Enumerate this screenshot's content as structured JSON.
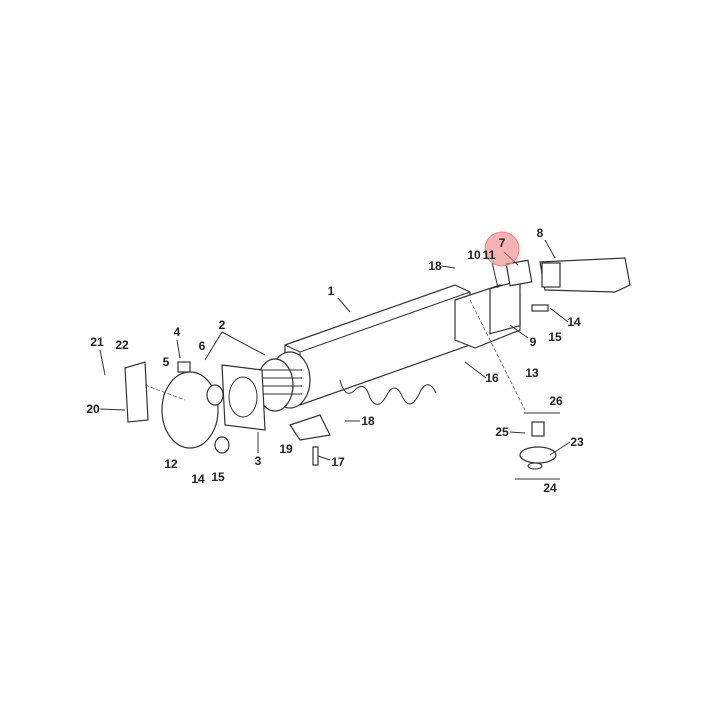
{
  "diagram": {
    "type": "exploded parts diagram",
    "highlight": {
      "label": "7",
      "color": "#f08080"
    },
    "callouts": [
      {
        "text": "1"
      },
      {
        "text": "2"
      },
      {
        "text": "3"
      },
      {
        "text": "4"
      },
      {
        "text": "5"
      },
      {
        "text": "6"
      },
      {
        "text": "7"
      },
      {
        "text": "8"
      },
      {
        "text": "9"
      },
      {
        "text": "10"
      },
      {
        "text": "11"
      },
      {
        "text": "12"
      },
      {
        "text": "13"
      },
      {
        "text": "14"
      },
      {
        "text": "15"
      },
      {
        "text": "16"
      },
      {
        "text": "17"
      },
      {
        "text": "18"
      },
      {
        "text": "18"
      },
      {
        "text": "19"
      },
      {
        "text": "20"
      },
      {
        "text": "21"
      },
      {
        "text": "22"
      },
      {
        "text": "23"
      },
      {
        "text": "24"
      },
      {
        "text": "25"
      },
      {
        "text": "26"
      },
      {
        "text": "14"
      },
      {
        "text": "15"
      }
    ]
  }
}
